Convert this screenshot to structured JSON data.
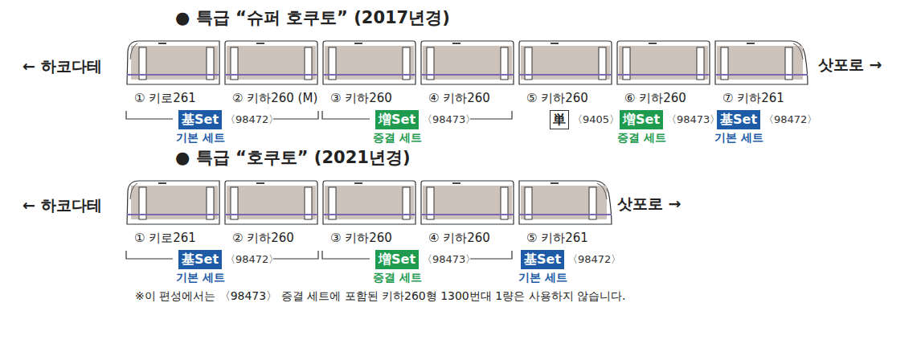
{
  "diagram": {
    "nodes": [
      {
        "text": [
          "① 키로261"
        ]
      },
      {
        "text": [
          "② 키하260 (M)"
        ]
      },
      {
        "text": [
          "③ 키하260"
        ]
      },
      {
        "text": [
          "④ 키하260"
        ]
      },
      {
        "text": [
          "⑤ 키하260"
        ]
      },
      {
        "text": [
          "⑥ 키하260"
        ]
      },
      {
        "text": [
          "⑦ 키하261"
        ]
      },
      {
        "text": [
          "基Set",
          "〈98472〉",
          "기본 세트"
        ]
      },
      {
        "text": [
          "増Set",
          "〈98473〉",
          "증결 세트"
        ]
      },
      {
        "text": [
          "単",
          "〈9405〉"
        ]
      },
      {
        "text": [
          "増Set",
          "〈98473〉",
          "증결 세트"
        ]
      },
      {
        "text": [
          "基Set",
          "〈98472〉",
          "기본 세트"
        ]
      },
      {
        "text": [
          "① 키로261"
        ]
      },
      {
        "text": [
          "② 키하260"
        ]
      },
      {
        "text": [
          "③ 키하260"
        ]
      },
      {
        "text": [
          "④ 키하260"
        ]
      },
      {
        "text": [
          "⑤ 키하261"
        ]
      },
      {
        "text": [
          "基Set",
          "〈98472〉",
          "기본 세트"
        ]
      },
      {
        "text": [
          "増Set",
          "〈98473〉",
          "증결 세트"
        ]
      },
      {
        "text": [
          "基Set",
          "〈98472〉",
          "기본 세트"
        ]
      }
    ],
    "labels": [
      "● 특급 “슈퍼 호쿠토” (2017년경)",
      "← 하코다테",
      "삿포로 →",
      "● 특급 “호쿠토” (2021년경)",
      "← 하코다테",
      "삿포로 →",
      "※이 편성에서는 〈98473〉 증결 세트에 포함된 키하260형 1300번대 1량은 사용하지 않습니다."
    ]
  }
}
